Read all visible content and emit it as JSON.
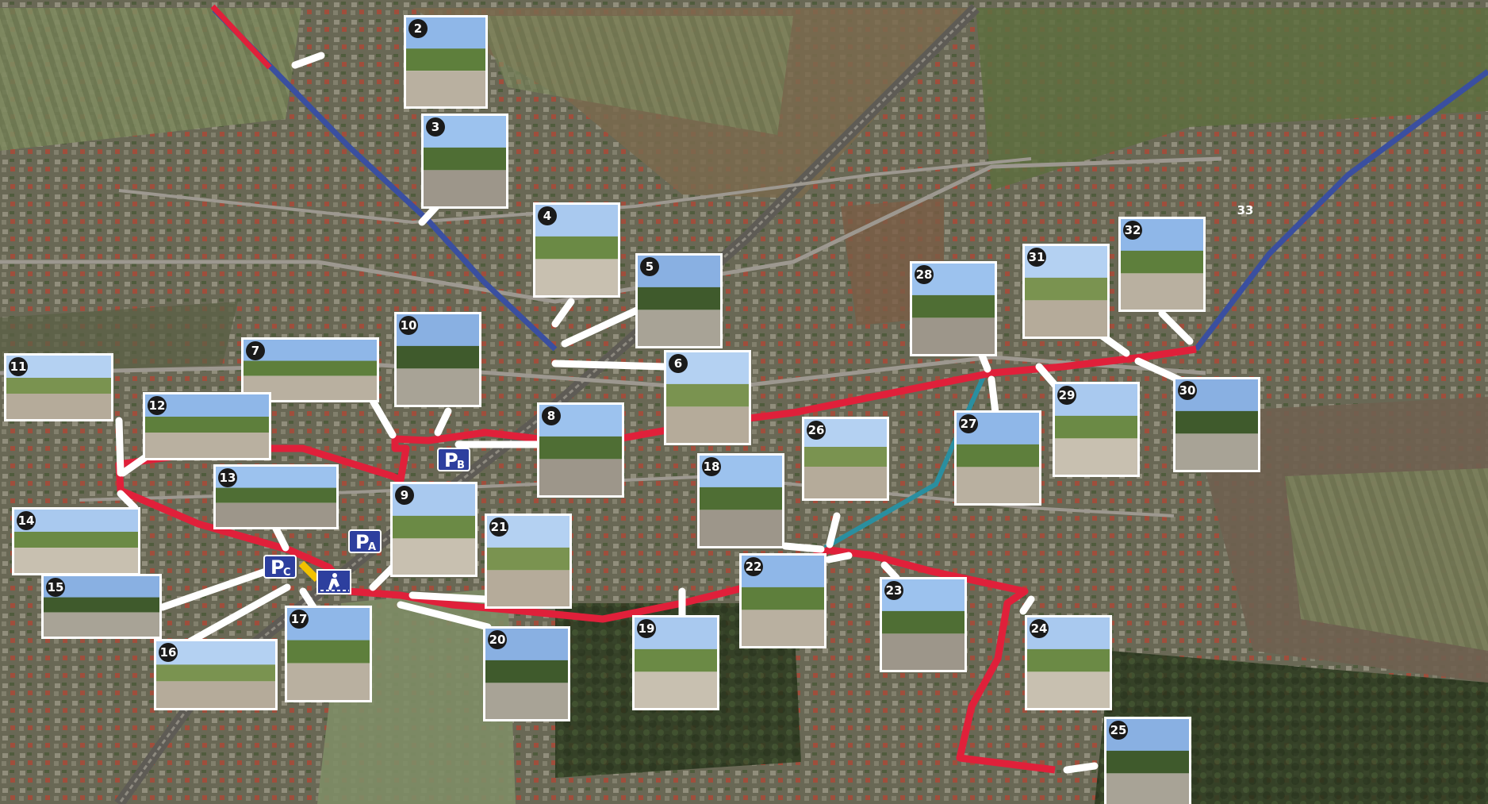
{
  "map": {
    "kind": "aerial-photo-with-route",
    "colors": {
      "route_main": "#e0203a",
      "route_blue": "#3a4fa0",
      "route_teal": "#2a8fa0",
      "route_yellow": "#f2c200",
      "arrow": "#ffffff",
      "parking_bg": "#2d3f9e",
      "field_light": "#7b8a5a",
      "field_dark": "#4e5f3a",
      "urban": "#8a8478"
    },
    "photos": [
      "2",
      "3",
      "4",
      "5",
      "6",
      "7",
      "8",
      "9",
      "10",
      "11",
      "12",
      "13",
      "14",
      "15",
      "16",
      "17",
      "18",
      "19",
      "20",
      "21",
      "22",
      "23",
      "24",
      "25",
      "26",
      "27",
      "28",
      "29",
      "30",
      "31",
      "32"
    ],
    "extra_labels": [
      "33"
    ],
    "parking": [
      {
        "main": "P",
        "sub": "B"
      },
      {
        "main": "P",
        "sub": "A"
      },
      {
        "main": "P",
        "sub": "C"
      }
    ],
    "pedestrian_icon": "pedestrian-crossing-icon"
  }
}
